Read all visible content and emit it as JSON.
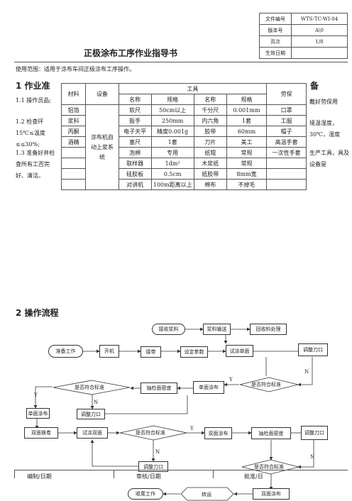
{
  "doc": {
    "title": "正极涂布工序作业指导书",
    "scope": "使用范围：适用于涂布车间正极涂布工序操作。",
    "meta": [
      {
        "label": "文件编号",
        "value": "WTS-TC-WI-04"
      },
      {
        "label": "版本号",
        "value": "A\\0"
      },
      {
        "label": "页次",
        "value": "1/8"
      },
      {
        "label": "生效日期",
        "value": ""
      }
    ]
  },
  "section1": {
    "heading": "1 作业准",
    "heading_right": "备",
    "left_texts": [
      "1.1 操作员品;",
      "1.2 检查环15℃≤温度≤≤30%;",
      "1.3 准备好并检查所有工否完好、清洁。"
    ],
    "right_texts": [
      "戴好劳保用",
      "境温湿度，30℃，湿度",
      "生产工具，具及设备是"
    ]
  },
  "table": {
    "h_material": "材料",
    "h_equipment": "设备",
    "h_tools": "工具",
    "h_ppe": "劳保",
    "sub": [
      "名称",
      "规格",
      "名称",
      "规格"
    ],
    "equipment": "涂布机自动上浆系统",
    "rows": [
      {
        "m": "铝箔",
        "n1": "软尺",
        "s1": "50cm以上",
        "n2": "千分尺",
        "s2": "0.001mm",
        "p": "口罩"
      },
      {
        "m": "浆料",
        "n1": "扳手",
        "s1": "250mm",
        "n2": "内六角",
        "s2": "1套",
        "p": "工服"
      },
      {
        "m": "丙酮",
        "n1": "电子天平",
        "s1": "精度0.001g",
        "n2": "胶带",
        "s2": "60mm",
        "p": "帽子"
      },
      {
        "m": "酒精",
        "n1": "塞尺",
        "s1": "1套",
        "n2": "刀片",
        "s2": "美工",
        "p": "高温手套"
      },
      {
        "m": "",
        "n1": "泡棉",
        "s1": "专用",
        "n2": "纸辊",
        "s2": "常规",
        "p": "一次性手套"
      },
      {
        "m": "",
        "n1": "取样器",
        "s1": "1dm²",
        "n2": "木浆纸",
        "s2": "常规",
        "p": ""
      },
      {
        "m": "",
        "n1": "硅胶板",
        "s1": "0.5cm",
        "n2": "纸胶带",
        "s2": "8mm宽",
        "p": ""
      },
      {
        "m": "",
        "n1": "对讲机",
        "s1": "100m距离以上",
        "n2": "棉布",
        "s2": "不掉毛",
        "p": ""
      }
    ]
  },
  "section2": {
    "heading": "2 操作流程"
  },
  "flow": {
    "receive_slurry": "接收浆料",
    "slurry_transfer": "浆料输送",
    "recycle": "回收料处理",
    "prepare": "准备工作",
    "start": "开机",
    "splice": "接带",
    "set_params": "设定参数",
    "trial_single": "试涂单面",
    "adjust_knife_1": "调整刀口",
    "check_1": "是否符合标准",
    "single_coat": "单面涂布",
    "sample_density_1": "抽检面密度",
    "check_2": "是否符合标准",
    "single_roll": "单面涂布",
    "adjust_knife_2": "调整刀口",
    "double_switch": "双面换卷",
    "trial_double": "试涂双面",
    "check_3": "是否符合标准",
    "double_coat": "双面涂布",
    "sample_density_2": "抽检面密度",
    "adjust_knife_3": "调整刀口",
    "adjust_knife_4": "调整刀口",
    "check_4": "是否符合标准",
    "finish": "收尾工作",
    "transfer": "转运",
    "double_coat_2": "双面涂布",
    "y": "Y",
    "n": "N"
  },
  "footer": {
    "prepared": "编制/日期",
    "reviewed": "审核/日期",
    "approved": "批准/日"
  }
}
